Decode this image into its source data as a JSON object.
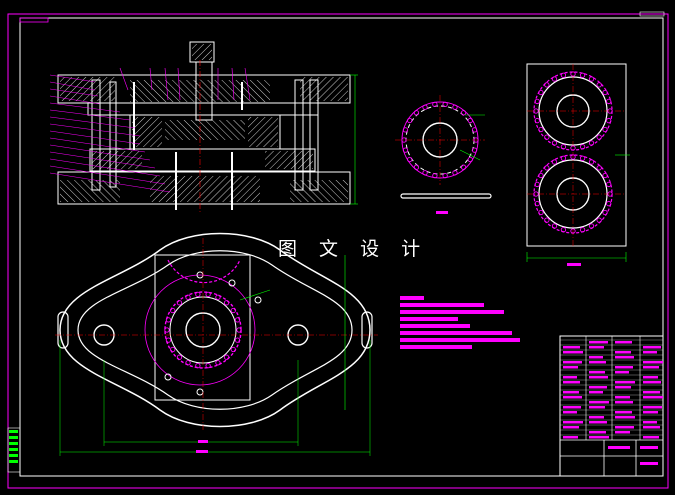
{
  "watermark": {
    "text": "图 文 设 计"
  },
  "colors": {
    "background": "#000000",
    "border": "#ff00ff",
    "line": "#ffffff",
    "dimension": "#00ff00",
    "centerline": "#ff0000",
    "accent": "#ff00ff",
    "hatch": "#00ffff"
  },
  "views": {
    "section_view": "assembly-section-view",
    "gear_part": "gear-part-view",
    "punch_part": "double-punch-view",
    "plan_view": "die-plan-view",
    "tech_notes": "technical-requirements-block",
    "title_block": "title-block"
  },
  "icons": {
    "sheet_border": "sheet-border-icon",
    "zone_marker": "zone-marker-icon"
  }
}
